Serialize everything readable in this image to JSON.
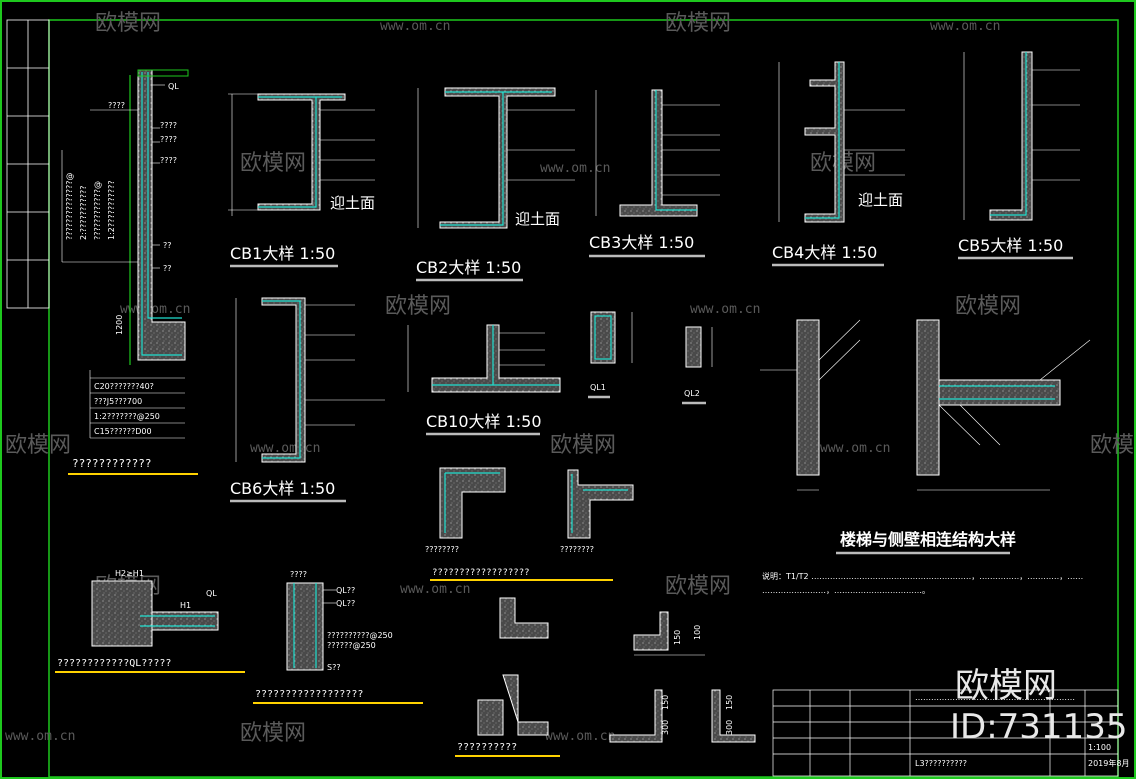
{
  "watermark": {
    "brand": "欧模网",
    "url": "www.om.cn",
    "big_brand": "欧模网",
    "id_text": "ID:731135"
  },
  "labels": {
    "side_wall_a": "迎土面",
    "side_wall_b": "迎土面",
    "side_wall_c": "迎土面",
    "ql": "QL",
    "ql1": "QL1",
    "ql2": "QL2",
    "h2h1": "H2≥H1",
    "h1": "H1",
    "ql_small": "QL",
    "q1": "????",
    "q2": "????",
    "q3": "????",
    "q4": "????",
    "q5": "??",
    "q6": "??",
    "h1200": "1200",
    "ql_a": "QL??",
    "ql_b": "QL??",
    "s1": "??????????@250",
    "s2": "??????@250",
    "s3": "S??",
    "s4": "????",
    "d150": "150",
    "d100": "100",
    "d300a": "300",
    "d300b": "300",
    "d150b": "150",
    "d300c": "300",
    "d150c": "150",
    "shape_cap": "????????",
    "shape_cap2": "????????"
  },
  "vertical_notes": [
    "??????????????@",
    "2:???????????",
    "????????????@",
    "1:2???????????"
  ],
  "legend_rows": [
    "C20???????40?",
    "???J5???700",
    "1:2???????@250",
    "C15??????D00"
  ],
  "captions": {
    "left_detail": "????????????",
    "cb1": "CB1大样 1:50",
    "cb2": "CB2大样 1:50",
    "cb3": "CB3大样 1:50",
    "cb4": "CB4大样 1:50",
    "cb5": "CB5大样 1:50",
    "cb6": "CB6大样 1:50",
    "cb10": "CB10大样 1:50",
    "corner_details": "??????????????????",
    "ql_detail": "????????????QL?????",
    "wall_detail": "??????????????????",
    "tee_detail": "??????????",
    "stair_title": "楼梯与侧壁相连结构大样",
    "note": "说明：T1/T2  ……………………………………………………，……………，…………，……",
    "note2": "……………………，……………………………。"
  },
  "title_block": {
    "company": "……………………………………………………",
    "drawing": "L3??????????",
    "scale": "1:100",
    "date": "2019年8月"
  }
}
